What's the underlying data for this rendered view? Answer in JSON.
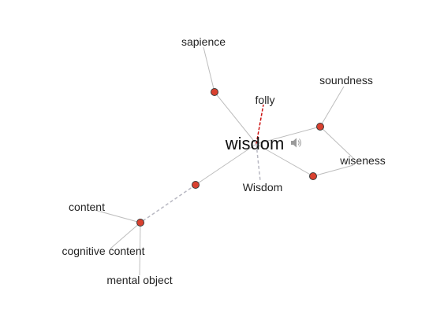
{
  "root": {
    "word": "wisdom",
    "icon": "speaker-icon"
  },
  "words": [
    {
      "id": "sapience",
      "text": "sapience"
    },
    {
      "id": "folly",
      "text": "folly"
    },
    {
      "id": "soundness",
      "text": "soundness"
    },
    {
      "id": "wiseness",
      "text": "wiseness"
    },
    {
      "id": "wisdom-cap",
      "text": "Wisdom"
    },
    {
      "id": "content",
      "text": "content"
    },
    {
      "id": "cognitive-content",
      "text": "cognitive content"
    },
    {
      "id": "mental-object",
      "text": "mental object"
    }
  ],
  "colors": {
    "node_fill": "#d9412f",
    "edge": "#bdbdbd",
    "antonym_edge": "#cc1111",
    "hypernym_edge": "#b8b8c2"
  }
}
